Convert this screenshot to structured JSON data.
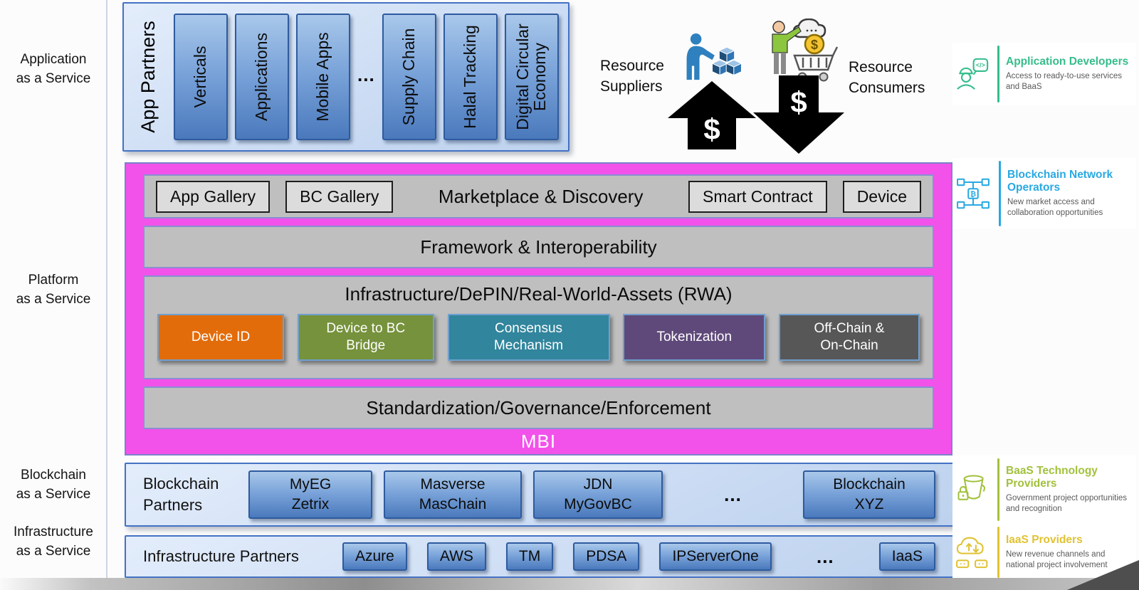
{
  "colors": {
    "pink": "#F252EA",
    "container_blue_border": "#4472C4",
    "container_blue_fill": "#CDDDF4",
    "chip_blue_top": "#A9C8EA",
    "chip_blue_bottom": "#4A79BC",
    "gray_bar": "#BFBFBF",
    "gray_chip": "#DCDCDC",
    "arrow_black": "#000000",
    "app_dev_green": "#35BD8B",
    "bc_ops_blue": "#29A9E2",
    "baas_olive": "#A2C13C",
    "iaas_gold": "#E0C232"
  },
  "layers": [
    {
      "line1": "Application",
      "line2": "as a Service"
    },
    {
      "line1": "Platform",
      "line2": "as a Service"
    },
    {
      "line1": "Blockchain",
      "line2": "as a Service"
    },
    {
      "line1": "Infrastructure",
      "line2": "as a Service"
    }
  ],
  "app_layer": {
    "partner_label": "App Partners",
    "columns": [
      "Verticals",
      "Applications",
      "Mobile Apps",
      "Supply Chain",
      "Halal Tracking",
      "Digital Circular Economy"
    ],
    "ellipsis": "..."
  },
  "resource_flow": {
    "supplier_line1": "Resource",
    "supplier_line2": "Suppliers",
    "consumer_line1": "Resource",
    "consumer_line2": "Consumers",
    "currency": "$"
  },
  "platform": {
    "marketplace_title": "Marketplace & Discovery",
    "marketplace_chips": [
      "App Gallery",
      "BC Gallery",
      "Smart Contract",
      "Device"
    ],
    "framework_title": "Framework & Interoperability",
    "rwa_title": "Infrastructure/DePIN/Real-World-Assets (RWA)",
    "rwa_chips": [
      {
        "label": "Device ID",
        "color": "#E36C0A"
      },
      {
        "label": "Device to BC Bridge",
        "color": "#76923C"
      },
      {
        "label": "Consensus Mechanism",
        "color": "#31859C"
      },
      {
        "label": "Tokenization",
        "color": "#5F497A"
      },
      {
        "label": "Off-Chain & On-Chain",
        "color": "#575757"
      }
    ],
    "standardization_title": "Standardization/Governance/Enforcement",
    "mbi_label": "MBI"
  },
  "blockchain_layer": {
    "partner_line1": "Blockchain",
    "partner_line2": "Partners",
    "chips": [
      {
        "line1": "MyEG",
        "line2": "Zetrix"
      },
      {
        "line1": "Masverse",
        "line2": "MasChain"
      },
      {
        "line1": "JDN",
        "line2": "MyGovBC"
      },
      {
        "line1": "Blockchain",
        "line2": "XYZ"
      }
    ],
    "ellipsis": "..."
  },
  "infrastructure_layer": {
    "partner_label": "Infrastructure Partners",
    "chips": [
      "Azure",
      "AWS",
      "TM",
      "PDSA",
      "IPServerOne",
      "IaaS"
    ],
    "ellipsis": "..."
  },
  "stakeholders": [
    {
      "icon": "developer-icon",
      "title": "Application Developers",
      "subtitle": "Access to ready-to-use services and BaaS",
      "color": "#35BD8B"
    },
    {
      "icon": "blockchain-network-icon",
      "title": "Blockchain Network Operators",
      "subtitle": "New market access and collaboration opportunities",
      "color": "#29A9E2"
    },
    {
      "icon": "baas-bucket-lock-icon",
      "title": "BaaS Technology Providers",
      "subtitle": "Government project opportunities and recognition",
      "color": "#A2C13C"
    },
    {
      "icon": "iaas-cloud-transfer-icon",
      "title": "IaaS Providers",
      "subtitle": "New revenue channels and national project involvement",
      "color": "#E0C232"
    }
  ]
}
